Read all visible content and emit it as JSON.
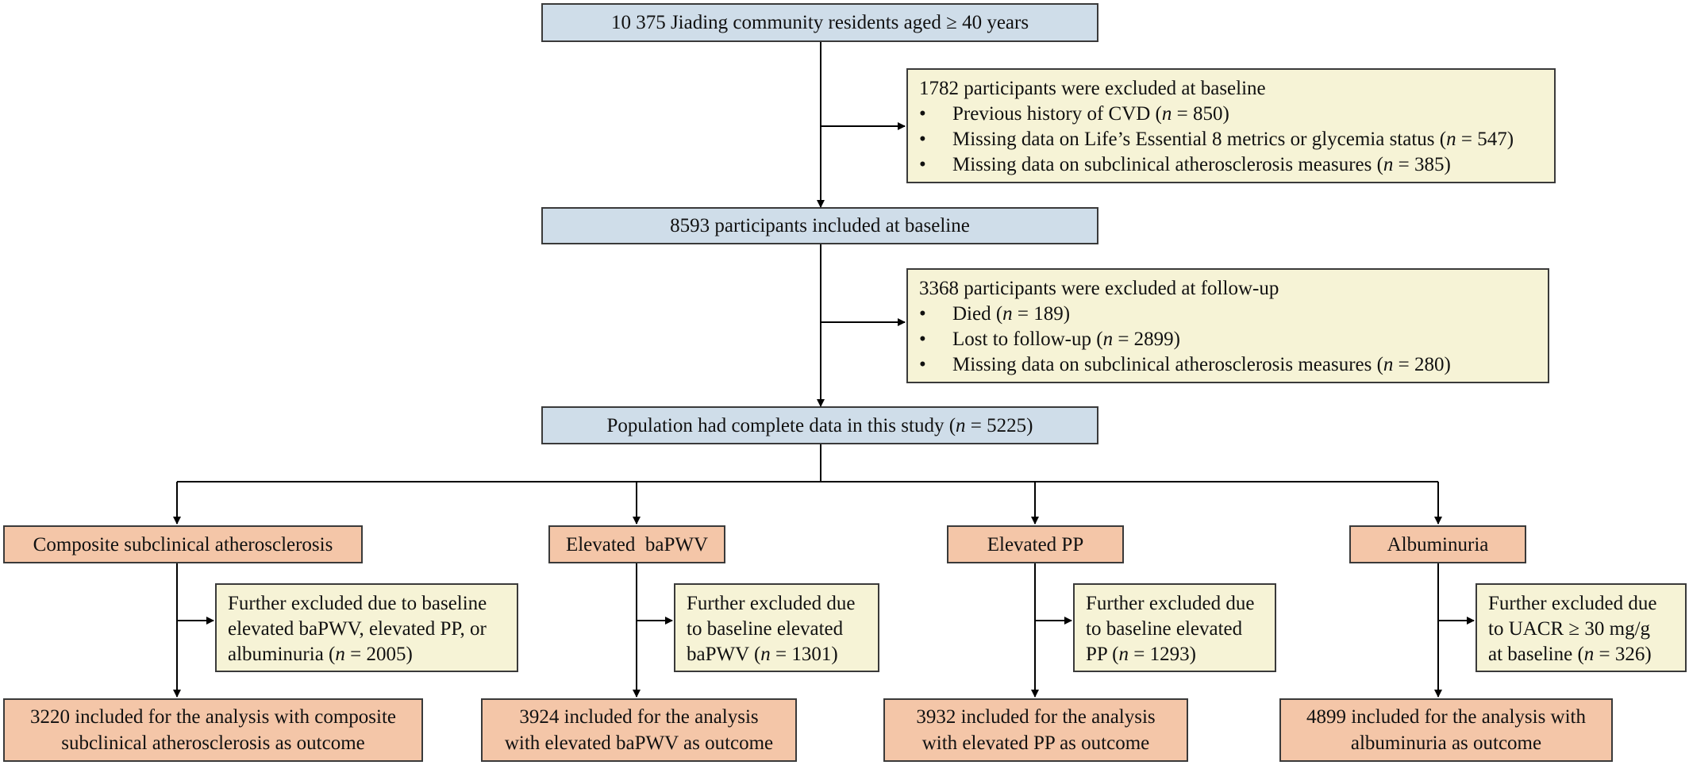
{
  "baseline": {
    "start": "10 375 Jiading community residents aged ≥ 40 years",
    "excluded": {
      "title": "1782 participants were excluded at baseline",
      "bullet": "•",
      "items": [
        {
          "text": "Previous history of CVD (",
          "n_label": "n",
          "rest": " = 850)"
        },
        {
          "text": "Missing data on Life’s Essential 8 metrics or glycemia status (",
          "n_label": "n",
          "rest": " = 547)"
        },
        {
          "text": "Missing data on subclinical atherosclerosis measures (",
          "n_label": "n",
          "rest": " = 385)"
        }
      ]
    },
    "included": "8593 participants included at baseline"
  },
  "followup": {
    "excluded": {
      "title": "3368 participants were excluded at follow-up",
      "bullet": "•",
      "items": [
        {
          "text": "Died (",
          "n_label": "n",
          "rest": " = 189)"
        },
        {
          "text": "Lost to follow-up (",
          "n_label": "n",
          "rest": " = 2899)"
        },
        {
          "text": "Missing data on subclinical atherosclerosis measures (",
          "n_label": "n",
          "rest": " = 280)"
        }
      ]
    },
    "complete": {
      "text": "Population had complete data in this study (",
      "n_label": "n",
      "rest": " = 5225)"
    }
  },
  "outcomes": [
    {
      "name": "Composite subclinical atherosclerosis",
      "excl": [
        "Further excluded due to baseline",
        "elevated baPWV, elevated PP, or",
        "albuminuria ("
      ],
      "excl_n": "n",
      "excl_rest": " = 2005)",
      "final": [
        "3220 included for the analysis with composite",
        "subclinical atherosclerosis as outcome"
      ]
    },
    {
      "name": "Elevated  baPWV",
      "excl": [
        "Further excluded due",
        "to baseline elevated",
        "baPWV ("
      ],
      "excl_n": "n",
      "excl_rest": " = 1301)",
      "final": [
        "3924 included for the analysis",
        "with elevated baPWV as outcome"
      ]
    },
    {
      "name": "Elevated PP",
      "excl": [
        "Further excluded due",
        "to baseline elevated",
        "PP ("
      ],
      "excl_n": "n",
      "excl_rest": " = 1293)",
      "final": [
        "3932 included for the analysis",
        "with elevated PP as outcome"
      ]
    },
    {
      "name": "Albuminuria",
      "excl": [
        "Further excluded due",
        "to UACR ≥ 30 mg/g",
        "at baseline ("
      ],
      "excl_n": "n",
      "excl_rest": " = 326)",
      "final": [
        "4899 included for the analysis with",
        "albuminuria as outcome"
      ]
    }
  ],
  "colors": {
    "blue": "#cfdde9",
    "cream": "#f6f3d6",
    "salmon": "#f4c6a8",
    "line": "#000000"
  }
}
